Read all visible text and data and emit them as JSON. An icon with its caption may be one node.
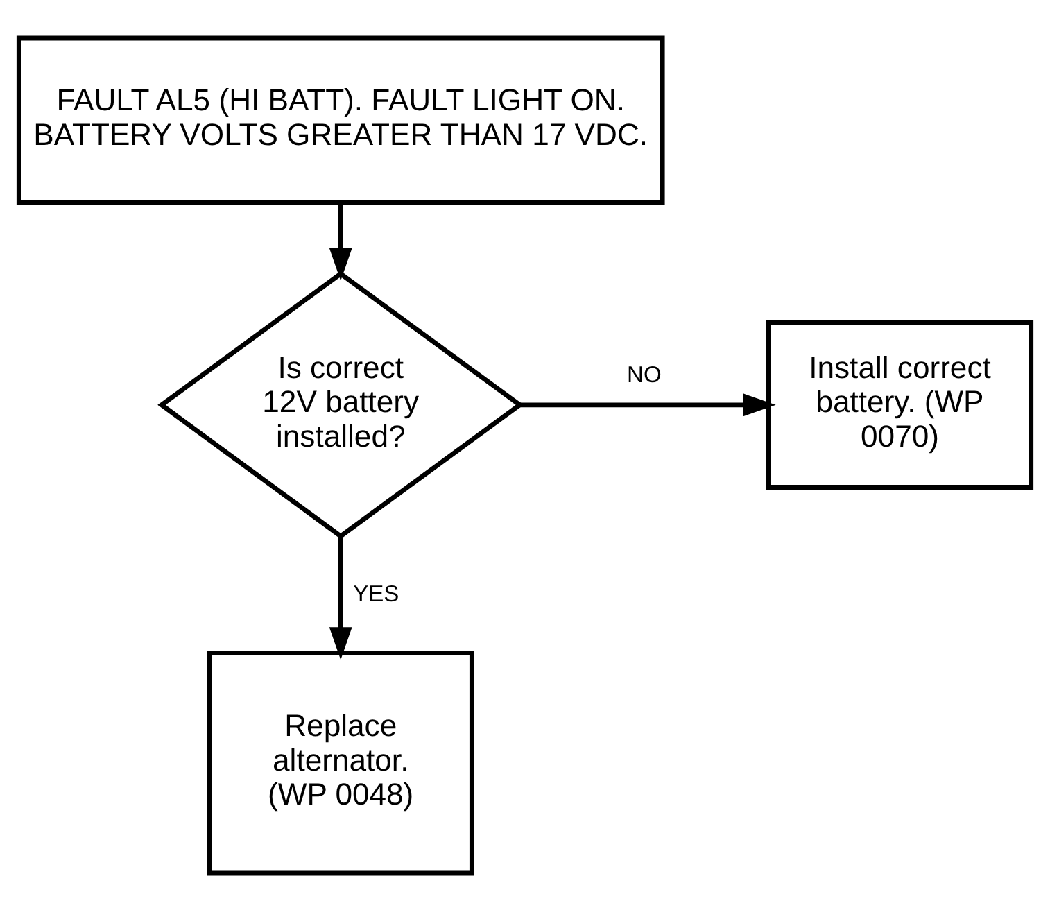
{
  "diagram": {
    "nodes": [
      {
        "text": [
          "FAULT AL5 (HI BATT). FAULT LIGHT ON. BATTERY VOLTS GREATER THAN 17 VDC."
        ]
      },
      {
        "text": [
          "Is correct 12V battery installed?"
        ]
      },
      {
        "text": [
          "Install correct battery. (WP 0070)"
        ]
      },
      {
        "text": [
          "Replace alternator. (WP 0048)"
        ]
      }
    ],
    "edges": [
      {
        "from": 0,
        "to": 1,
        "arrow": "to"
      },
      {
        "from": 1,
        "to": 2,
        "arrow": "to",
        "label": "NO"
      },
      {
        "from": 1,
        "to": 3,
        "arrow": "to",
        "label": "YES"
      }
    ]
  }
}
